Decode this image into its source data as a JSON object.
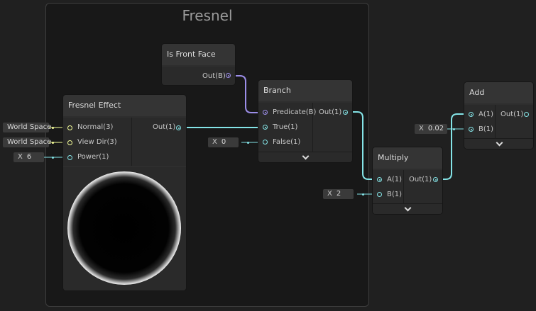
{
  "group": {
    "title": "Fresnel"
  },
  "nodes": {
    "is_front_face": {
      "title": "Is Front Face",
      "out": "Out(B)"
    },
    "fresnel_effect": {
      "title": "Fresnel Effect",
      "inputs": [
        "Normal(3)",
        "View Dir(3)",
        "Power(1)"
      ],
      "out": "Out(1)",
      "defaults": {
        "normal": "World Space",
        "view_dir": "World Space",
        "power_label": "X",
        "power_value": "6"
      }
    },
    "branch": {
      "title": "Branch",
      "inputs": [
        "Predicate(B)",
        "True(1)",
        "False(1)"
      ],
      "out": "Out(1)",
      "defaults": {
        "false_label": "X",
        "false_value": "0"
      }
    },
    "multiply": {
      "title": "Multiply",
      "inputs": [
        "A(1)",
        "B(1)"
      ],
      "out": "Out(1)",
      "defaults": {
        "b_label": "X",
        "b_value": "2"
      }
    },
    "add": {
      "title": "Add",
      "inputs": [
        "A(1)",
        "B(1)"
      ],
      "out": "Out(1)",
      "defaults": {
        "b_label": "X",
        "b_value": "0.02"
      }
    }
  },
  "colors": {
    "float_port": "#84e4e7",
    "bool_port": "#9c8ee9",
    "vector3_port": "#f6ff9a"
  },
  "icons": {
    "expand": "chevron-down-icon"
  }
}
